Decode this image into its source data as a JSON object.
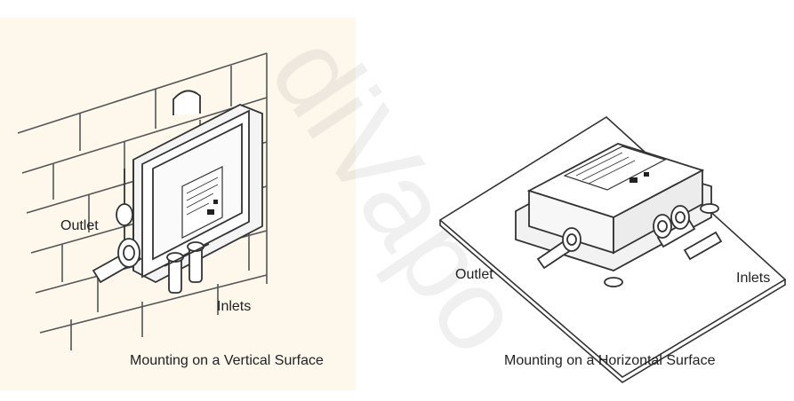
{
  "figure": {
    "vertical": {
      "caption": "Mounting on a Vertical Surface",
      "outlet_label": "Outlet",
      "inlets_label": "Inlets"
    },
    "horizontal": {
      "caption": "Mounting on a Horizontal Surface",
      "outlet_label": "Outlet",
      "inlets_label": "Inlets"
    },
    "watermark": "diVapo"
  }
}
